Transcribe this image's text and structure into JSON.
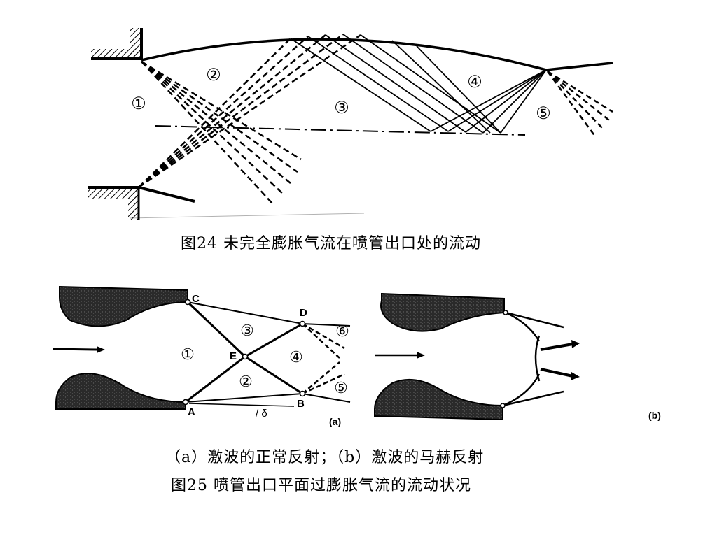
{
  "fig24": {
    "caption": "图24   未完全膨胀气流在喷管出口处的流动",
    "regions": [
      "①",
      "②",
      "③",
      "④",
      "⑤"
    ]
  },
  "fig25": {
    "points": [
      "C",
      "D",
      "E",
      "A",
      "B"
    ],
    "regions": [
      "①",
      "②",
      "③",
      "④",
      "⑤",
      "⑥"
    ],
    "angle_label": "/ δ",
    "label_a": "(a)",
    "label_b": "(b)",
    "caption_line1": "（a）激波的正常反射；（b）激波的马赫反射",
    "caption_line2": "图25   喷管出口平面过膨胀气流的流动状况"
  }
}
